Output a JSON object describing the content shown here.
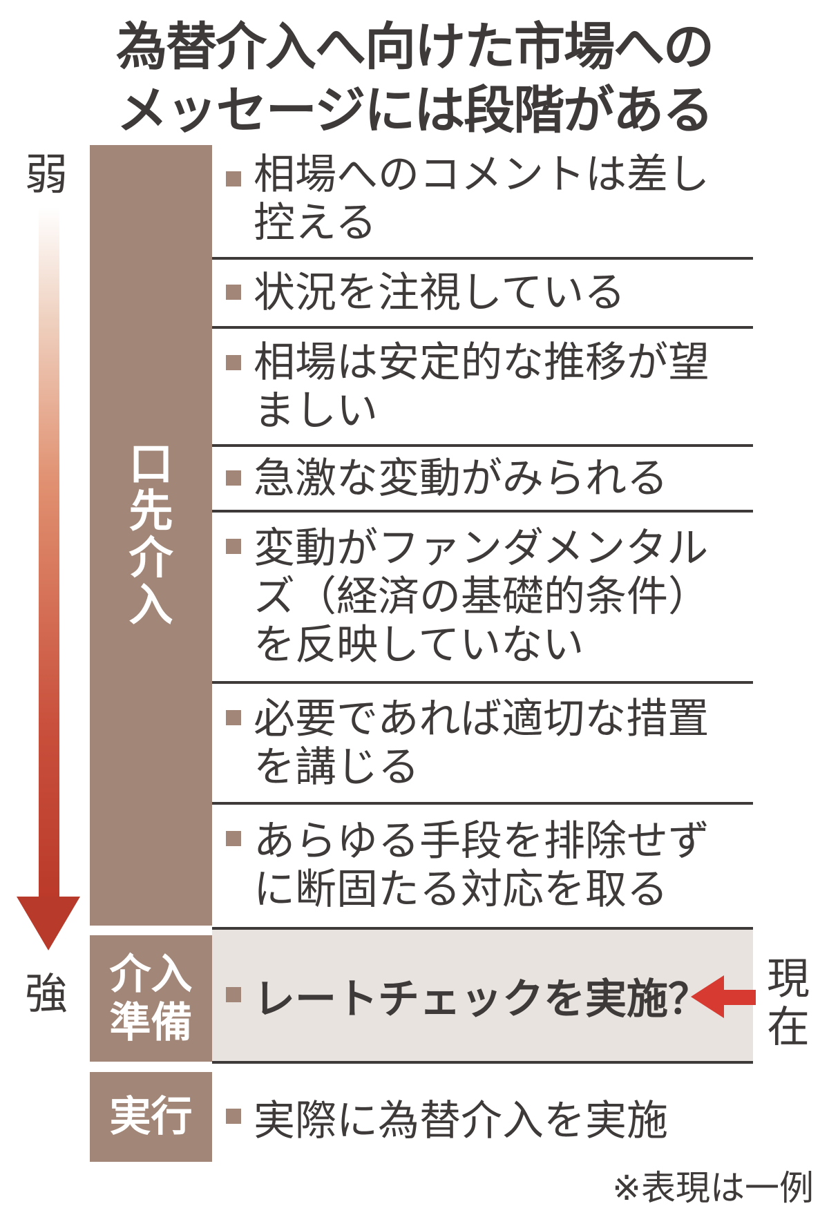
{
  "title": {
    "line1": "為替介入へ向けた市場への",
    "line2": "メッセージには段階がある"
  },
  "axis": {
    "weak_label": "弱",
    "strong_label": "強",
    "arrow_gradient": [
      "#ffffff",
      "#e09070",
      "#bb3a2a"
    ]
  },
  "stages": [
    {
      "label": "口先介入",
      "color": "#a28779",
      "items": [
        "相場へのコメントは差し控える",
        "状況を注視している",
        "相場は安定的な推移が望ましい",
        "急激な変動がみられる",
        "変動がファンダメンタルズ（経済の基礎的条件）を反映していない",
        "必要であれば適切な措置を講じる",
        "あらゆる手段を排除せずに断固たる対応を取る"
      ]
    },
    {
      "label": "介入準備",
      "color": "#a28779",
      "highlight_bg": "#e8e3de",
      "items": [
        "レートチェックを実施？"
      ]
    },
    {
      "label": "実行",
      "color": "#a28779",
      "items": [
        "実際に為替介入を実施"
      ]
    }
  ],
  "current_marker": {
    "label": "現在",
    "arrow_color": "#d63a30"
  },
  "footnote": "※表現は一例"
}
